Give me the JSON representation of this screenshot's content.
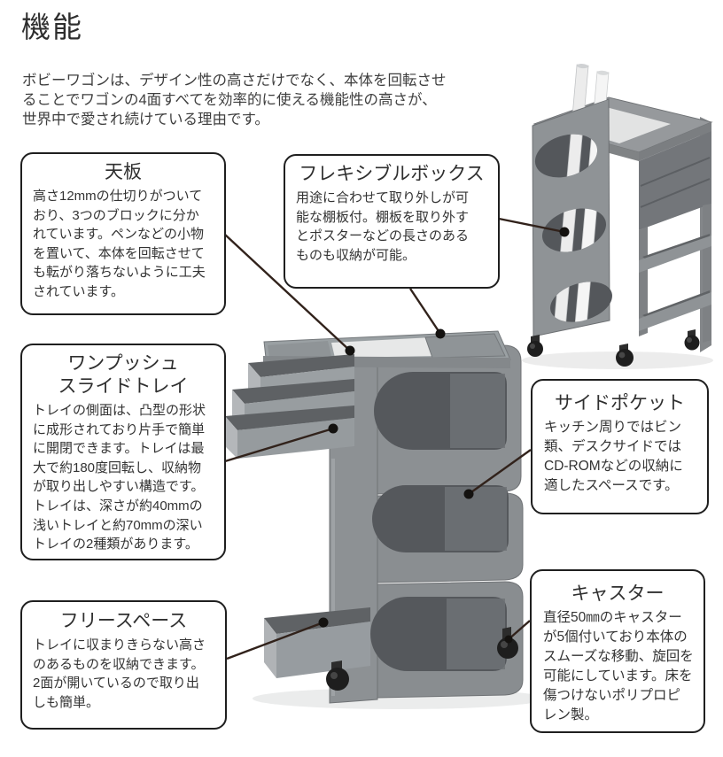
{
  "page": {
    "title": "機能",
    "intro": "ボビーワゴンは、デザイン性の高さだけでなく、本体を回転させ\nることでワゴンの4面すべてを効率的に使える機能性の高さが、\n世界中で愛され続けている理由です。"
  },
  "callouts": [
    {
      "id": "top-board",
      "title": "天板",
      "body": "高さ12mmの仕切りがついて\nおり、3つのブロックに分か\nれています。ペンなどの小物\nを置いて、本体を回転させて\nも転がり落ちないように工夫\nされています。"
    },
    {
      "id": "flexible-box",
      "title": "フレキシブルボックス",
      "body": "用途に合わせて取り外しが可\n能な棚板付。棚板を取り外す\nとポスターなどの長さのある\nものも収納が可能。"
    },
    {
      "id": "one-push-slide-tray",
      "title": "ワンプッシュ\nスライドトレイ",
      "body": "トレイの側面は、凸型の形状\nに成形されており片手で簡単\nに開閉できます。トレイは最\n大で約180度回転し、収納物\nが取り出しやすい構造です。\nトレイは、深さが約40mmの\n浅いトレイと約70mmの深い\nトレイの2種類があります。"
    },
    {
      "id": "side-pocket",
      "title": "サイドポケット",
      "body": "キッチン周りではビン\n類、デスクサイドでは\nCD-ROMなどの収納に\n適したスペースです。"
    },
    {
      "id": "caster",
      "title": "キャスター",
      "body": "直径50㎜のキャスター\nが5個付いており本体の\nスムーズな移動、旋回を\n可能にしています。床を\n傷つけないポリプロピ\nレン製。"
    },
    {
      "id": "free-space",
      "title": "フリースペース",
      "body": "トレイに収まりきらない高さ\nのあるものを収納できます。\n2面が開いているので取り出\nしも簡単。"
    }
  ],
  "figures": {
    "angled_cart": "bobby-wagon-angled-photo-with-poster-tubes",
    "front_cart": "bobby-wagon-front-photo-trays-open"
  },
  "colors": {
    "heading_text": "#2e2e2e",
    "body_text": "#333333",
    "box_border": "#1f1f1f",
    "leader_line": "#31221b",
    "leader_dot": "#141210",
    "cart_gray": "#8b8e90",
    "cart_shadow": "#55575a",
    "tube_white": "#f2f2f2"
  }
}
